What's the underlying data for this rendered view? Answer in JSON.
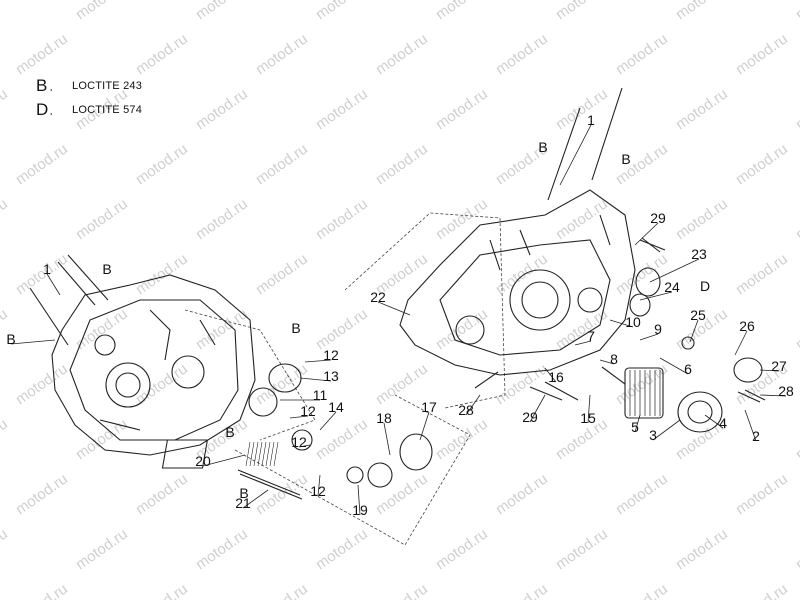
{
  "legend": [
    {
      "letter": "B",
      "text": "LOCTITE 243"
    },
    {
      "letter": "D",
      "text": "LOCTITE 574"
    }
  ],
  "watermark": "motod.ru",
  "callouts": [
    "1",
    "B",
    "B",
    "29",
    "23",
    "24",
    "D",
    "22",
    "10",
    "9",
    "25",
    "26",
    "7",
    "8",
    "16",
    "6",
    "27",
    "28",
    "29",
    "15",
    "5",
    "3",
    "4",
    "2",
    "28",
    "1",
    "B",
    "B",
    "B",
    "12",
    "13",
    "11",
    "12",
    "14",
    "B",
    "18",
    "17",
    "20",
    "12",
    "B",
    "12",
    "19",
    "21"
  ],
  "drop_symbol": "¸"
}
